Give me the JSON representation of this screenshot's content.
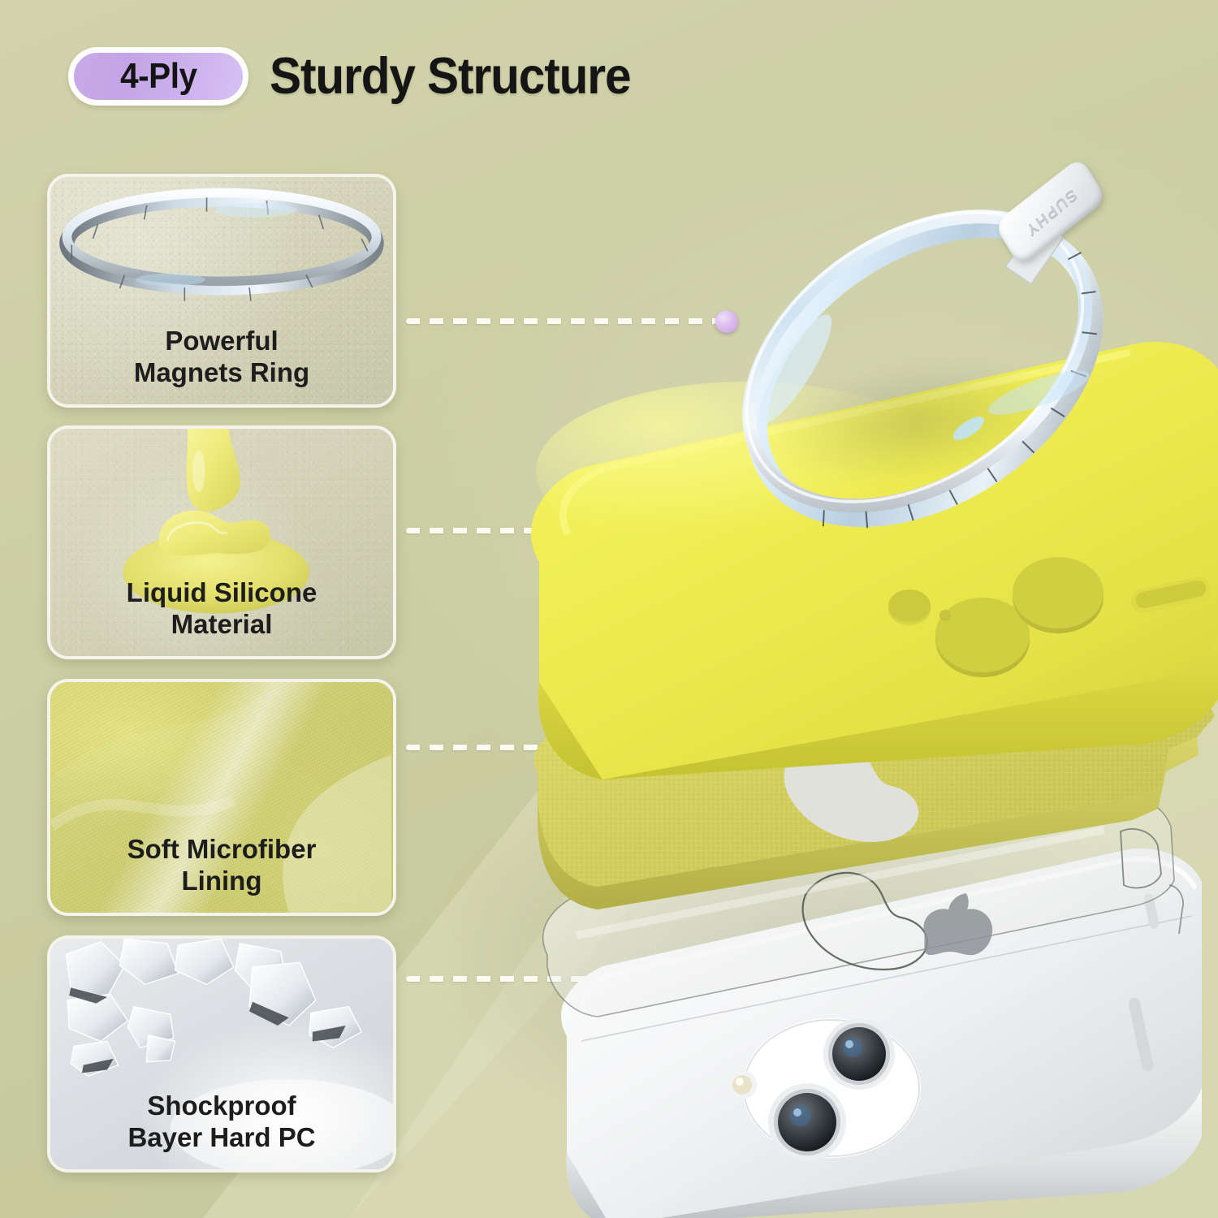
{
  "header": {
    "badge_label": "4-Ply",
    "title": "Sturdy Structure"
  },
  "features": [
    {
      "label": "Powerful\nMagnets Ring",
      "media": "magnet-ring-photo"
    },
    {
      "label": "Liquid Silicone\nMaterial",
      "media": "liquid-silicone-photo"
    },
    {
      "label": "Soft Microfiber\nLining",
      "media": "microfiber-fabric-photo"
    },
    {
      "label": "Shockproof\nBayer Hard PC",
      "media": "crystal-shards-photo"
    }
  ],
  "product": {
    "brand_tab_text": "SUPHY",
    "layers": [
      "magnet-ring",
      "liquid-silicone-case",
      "microfiber-lining",
      "hard-pc-shell",
      "iphone-device"
    ]
  },
  "colors": {
    "background": "#cdcfa6",
    "badge_purple": "#c9a9e8",
    "silicone_yellow": "#e9e84f",
    "microfiber_yellow": "#d4d35f",
    "connector_dot": "#dcbcee",
    "title_black": "#151515",
    "card_border": "#f4f4ec"
  }
}
